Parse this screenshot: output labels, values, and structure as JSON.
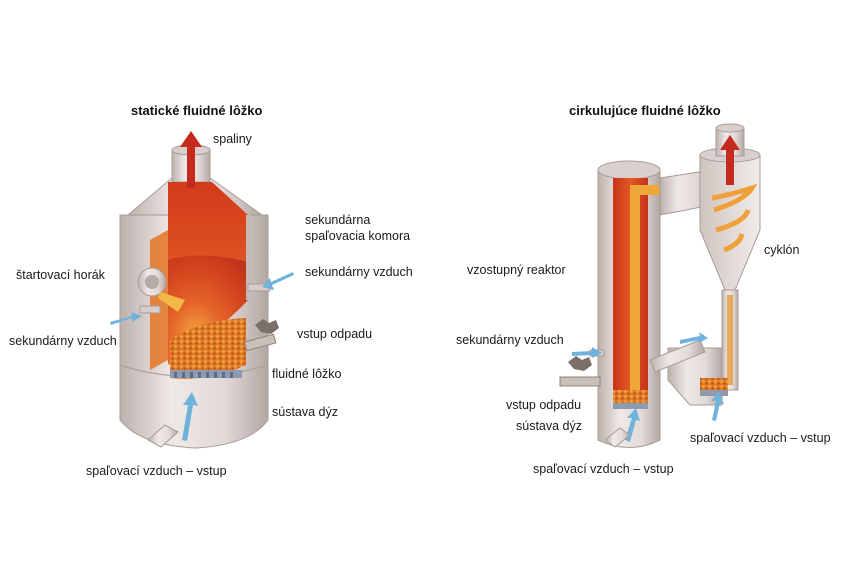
{
  "left": {
    "title": "statické fluidné lôžko",
    "labels": {
      "exhaust": "spaliny",
      "secondary_chamber_1": "sekundárna",
      "secondary_chamber_2": "spaľovacia komora",
      "secondary_air_right": "sekundárny vzduch",
      "start_burner": "štartovací horák",
      "secondary_air_left": "sekundárny vzduch",
      "waste_input": "vstup odpadu",
      "fluid_bed": "fluidné lôžko",
      "nozzle_system": "sústava dýz",
      "combustion_air": "spaľovací vzduch – vstup"
    }
  },
  "right": {
    "title": "cirkulujúce fluidné lôžko",
    "labels": {
      "cyclone": "cyklón",
      "riser": "vzostupný reaktor",
      "secondary_air": "sekundárny vzduch",
      "waste_input": "vstup odpadu",
      "nozzle_system": "sústava dýz",
      "combustion_air_right": "spaľovací vzduch – vstup",
      "combustion_air_bottom": "spaľovací vzduch – vstup"
    }
  },
  "colors": {
    "shell": "#e6dfdc",
    "shell_dark": "#b9aeab",
    "fire_hot": "#f2a23a",
    "fire": "#d9471f",
    "fire_deep": "#b52a15",
    "air_arrow": "#6fb3dc",
    "exhaust_arrow": "#c52a1f",
    "bed": "#e88a2a"
  }
}
